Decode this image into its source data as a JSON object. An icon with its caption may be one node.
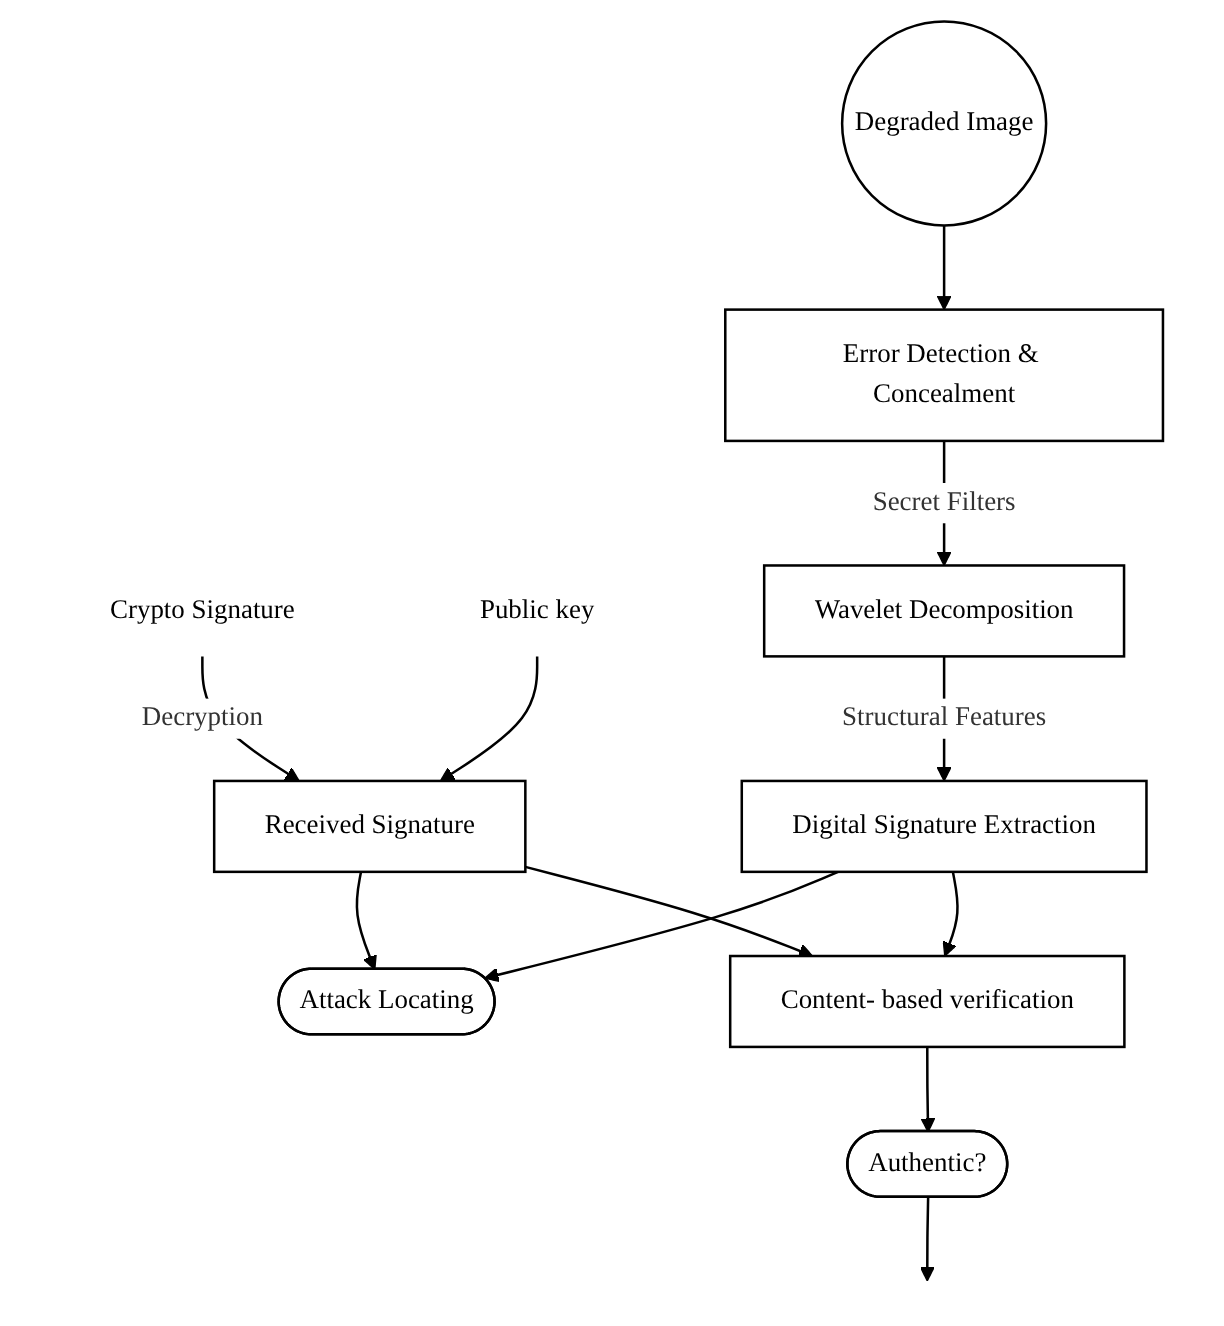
{
  "diagram": {
    "nodes": [
      {
        "text": [
          "Crypto Signature"
        ]
      },
      {
        "text": [
          "Public key"
        ]
      },
      {
        "text": [
          "Received Signature"
        ]
      },
      {
        "text": [
          "Degraded Image"
        ]
      },
      {
        "text": [
          "Error Detection & Concealment"
        ]
      },
      {
        "text": [
          "Wavelet Decomposition"
        ]
      },
      {
        "text": [
          "Digital Signature Extraction"
        ]
      },
      {
        "text": [
          "Content- based verification"
        ]
      },
      {
        "text": [
          "Attack Locating"
        ]
      },
      {
        "text": [
          "Authentic?"
        ]
      }
    ],
    "edges": [
      {
        "from": 0,
        "to": 2,
        "arrow": "to",
        "label": "Decryption"
      },
      {
        "from": 1,
        "to": 2,
        "arrow": "to"
      },
      {
        "from": 3,
        "to": 4,
        "arrow": "to"
      },
      {
        "from": 4,
        "to": 5,
        "arrow": "to",
        "label": "Secret Filters"
      },
      {
        "from": 5,
        "to": 6,
        "arrow": "to",
        "label": "Structural Features"
      },
      {
        "from": 6,
        "to": 8,
        "arrow": "to"
      },
      {
        "from": 2,
        "to": 8,
        "arrow": "to"
      },
      {
        "from": 2,
        "to": 7,
        "arrow": "to"
      },
      {
        "from": 6,
        "to": 7,
        "arrow": "to"
      },
      {
        "from": 7,
        "to": 9,
        "arrow": "to"
      },
      {
        "from": 9,
        "to": null,
        "arrow": "to"
      }
    ]
  }
}
